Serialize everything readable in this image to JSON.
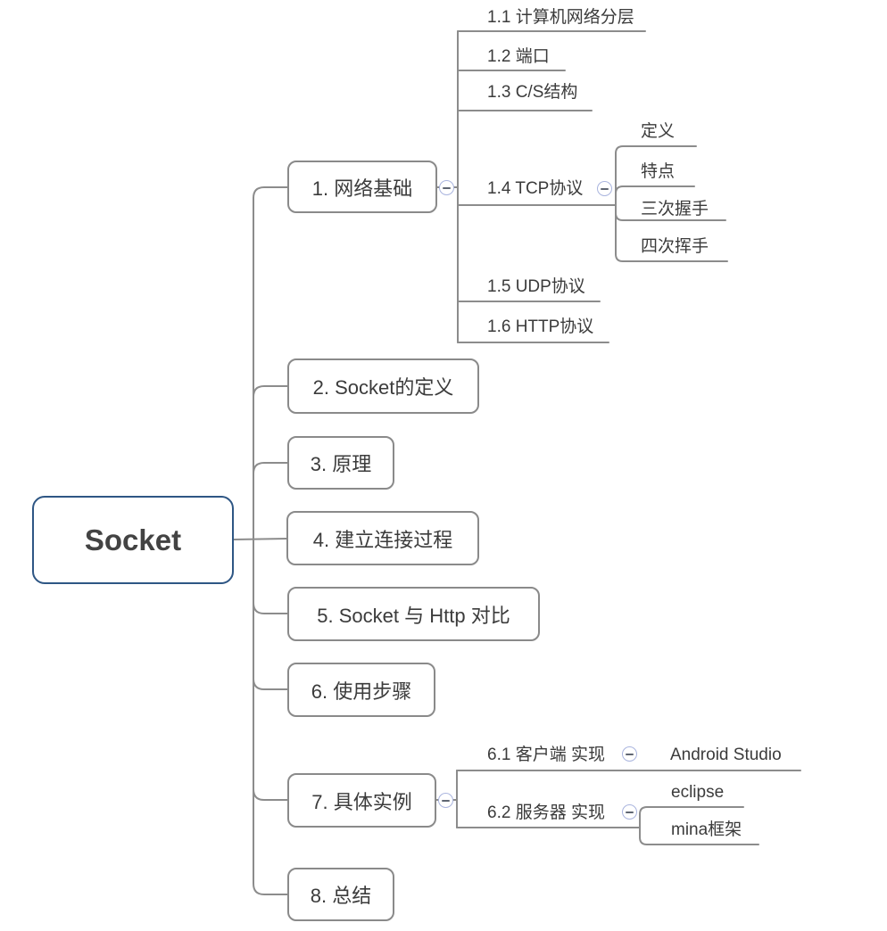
{
  "mindmap": {
    "root": {
      "label": "Socket"
    },
    "branches": [
      {
        "label": "1. 网络基础",
        "children": [
          {
            "label": "1.1 计算机网络分层"
          },
          {
            "label": "1.2 端口"
          },
          {
            "label": "1.3 C/S结构"
          },
          {
            "label": "1.4 TCP协议",
            "children": [
              {
                "label": "定义"
              },
              {
                "label": "特点"
              },
              {
                "label": "三次握手"
              },
              {
                "label": "四次挥手"
              }
            ]
          },
          {
            "label": "1.5 UDP协议"
          },
          {
            "label": "1.6 HTTP协议"
          }
        ]
      },
      {
        "label": "2. Socket的定义"
      },
      {
        "label": "3. 原理"
      },
      {
        "label": "4. 建立连接过程"
      },
      {
        "label": "5. Socket 与 Http 对比"
      },
      {
        "label": "6. 使用步骤"
      },
      {
        "label": "7. 具体实例",
        "children": [
          {
            "label": "6.1 客户端 实现",
            "children": [
              {
                "label": "Android Studio"
              }
            ]
          },
          {
            "label": "6.2 服务器 实现",
            "children": [
              {
                "label": "eclipse"
              },
              {
                "label": "mina框架"
              }
            ]
          }
        ]
      },
      {
        "label": "8. 总结"
      }
    ],
    "colors": {
      "line": "#8c8c8c",
      "node_border": "#8a8a8a",
      "root_border": "#2e5684",
      "collapse_ring": "#a9b4de",
      "collapse_minus": "#5f6672",
      "text": "#3b3b3b"
    }
  }
}
